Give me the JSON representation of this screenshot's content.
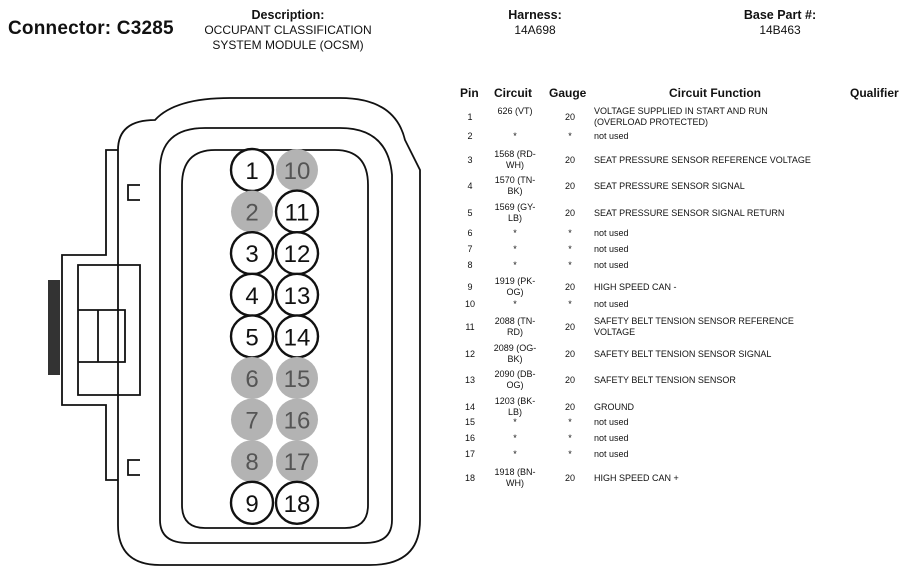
{
  "connector": {
    "label": "Connector: C3285"
  },
  "description": {
    "label": "Description:",
    "line1": "OCCUPANT CLASSIFICATION",
    "line2": "SYSTEM MODULE (OCSM)"
  },
  "harness": {
    "label": "Harness:",
    "value": "14A698"
  },
  "base_part": {
    "label": "Base Part #:",
    "value": "14B463"
  },
  "table": {
    "headers": {
      "pin": "Pin",
      "circuit": "Circuit",
      "gauge": "Gauge",
      "function": "Circuit Function",
      "qualifier": "Qualifier"
    },
    "rows": [
      {
        "pin": "1",
        "circuit1": "626 (VT)",
        "circuit2": "",
        "gauge": "20",
        "func1": "VOLTAGE SUPPLIED IN START AND RUN",
        "func2": "(OVERLOAD PROTECTED)"
      },
      {
        "pin": "2",
        "circuit1": "*",
        "circuit2": "",
        "gauge": "*",
        "func1": "not used",
        "func2": ""
      },
      {
        "pin": "3",
        "circuit1": "1568 (RD-",
        "circuit2": "WH)",
        "gauge": "20",
        "func1": "SEAT PRESSURE SENSOR REFERENCE VOLTAGE",
        "func2": ""
      },
      {
        "pin": "4",
        "circuit1": "1570 (TN-",
        "circuit2": "BK)",
        "gauge": "20",
        "func1": "SEAT PRESSURE SENSOR SIGNAL",
        "func2": ""
      },
      {
        "pin": "5",
        "circuit1": "1569 (GY-",
        "circuit2": "LB)",
        "gauge": "20",
        "func1": "SEAT PRESSURE SENSOR SIGNAL RETURN",
        "func2": ""
      },
      {
        "pin": "6",
        "circuit1": "*",
        "circuit2": "",
        "gauge": "*",
        "func1": "not used",
        "func2": ""
      },
      {
        "pin": "7",
        "circuit1": "*",
        "circuit2": "",
        "gauge": "*",
        "func1": "not used",
        "func2": ""
      },
      {
        "pin": "8",
        "circuit1": "*",
        "circuit2": "",
        "gauge": "*",
        "func1": "not used",
        "func2": ""
      },
      {
        "pin": "9",
        "circuit1": "1919 (PK-",
        "circuit2": "OG)",
        "gauge": "20",
        "func1": "HIGH SPEED CAN -",
        "func2": ""
      },
      {
        "pin": "10",
        "circuit1": "*",
        "circuit2": "",
        "gauge": "*",
        "func1": "not used",
        "func2": ""
      },
      {
        "pin": "11",
        "circuit1": "2088 (TN-",
        "circuit2": "RD)",
        "gauge": "20",
        "func1": "SAFETY BELT TENSION SENSOR REFERENCE",
        "func2": "VOLTAGE"
      },
      {
        "pin": "12",
        "circuit1": "2089 (OG-",
        "circuit2": "BK)",
        "gauge": "20",
        "func1": "SAFETY BELT TENSION SENSOR SIGNAL",
        "func2": ""
      },
      {
        "pin": "13",
        "circuit1": "2090 (DB-",
        "circuit2": "OG)",
        "gauge": "20",
        "func1": "SAFETY BELT TENSION SENSOR",
        "func2": ""
      },
      {
        "pin": "14",
        "circuit1": "1203 (BK-",
        "circuit2": "LB)",
        "gauge": "20",
        "func1": "GROUND",
        "func2": ""
      },
      {
        "pin": "15",
        "circuit1": "*",
        "circuit2": "",
        "gauge": "*",
        "func1": "not used",
        "func2": ""
      },
      {
        "pin": "16",
        "circuit1": "*",
        "circuit2": "",
        "gauge": "*",
        "func1": "not used",
        "func2": ""
      },
      {
        "pin": "17",
        "circuit1": "*",
        "circuit2": "",
        "gauge": "*",
        "func1": "not used",
        "func2": ""
      },
      {
        "pin": "18",
        "circuit1": "1918 (BN-",
        "circuit2": "WH)",
        "gauge": "20",
        "func1": "HIGH SPEED CAN +",
        "func2": ""
      }
    ]
  },
  "diagram": {
    "pins": [
      {
        "left": "1",
        "left_used": true,
        "right": "10",
        "right_used": false
      },
      {
        "left": "2",
        "left_used": false,
        "right": "11",
        "right_used": true
      },
      {
        "left": "3",
        "left_used": true,
        "right": "12",
        "right_used": true
      },
      {
        "left": "4",
        "left_used": true,
        "right": "13",
        "right_used": true
      },
      {
        "left": "5",
        "left_used": true,
        "right": "14",
        "right_used": true
      },
      {
        "left": "6",
        "left_used": false,
        "right": "15",
        "right_used": false
      },
      {
        "left": "7",
        "left_used": false,
        "right": "16",
        "right_used": false
      },
      {
        "left": "8",
        "left_used": false,
        "right": "17",
        "right_used": false
      },
      {
        "left": "9",
        "left_used": true,
        "right": "18",
        "right_used": true
      }
    ],
    "colors": {
      "used_fill": "#ffffff",
      "unused_fill": "#b3b3b3",
      "unused_text": "#555555",
      "outline": "#111111"
    }
  }
}
